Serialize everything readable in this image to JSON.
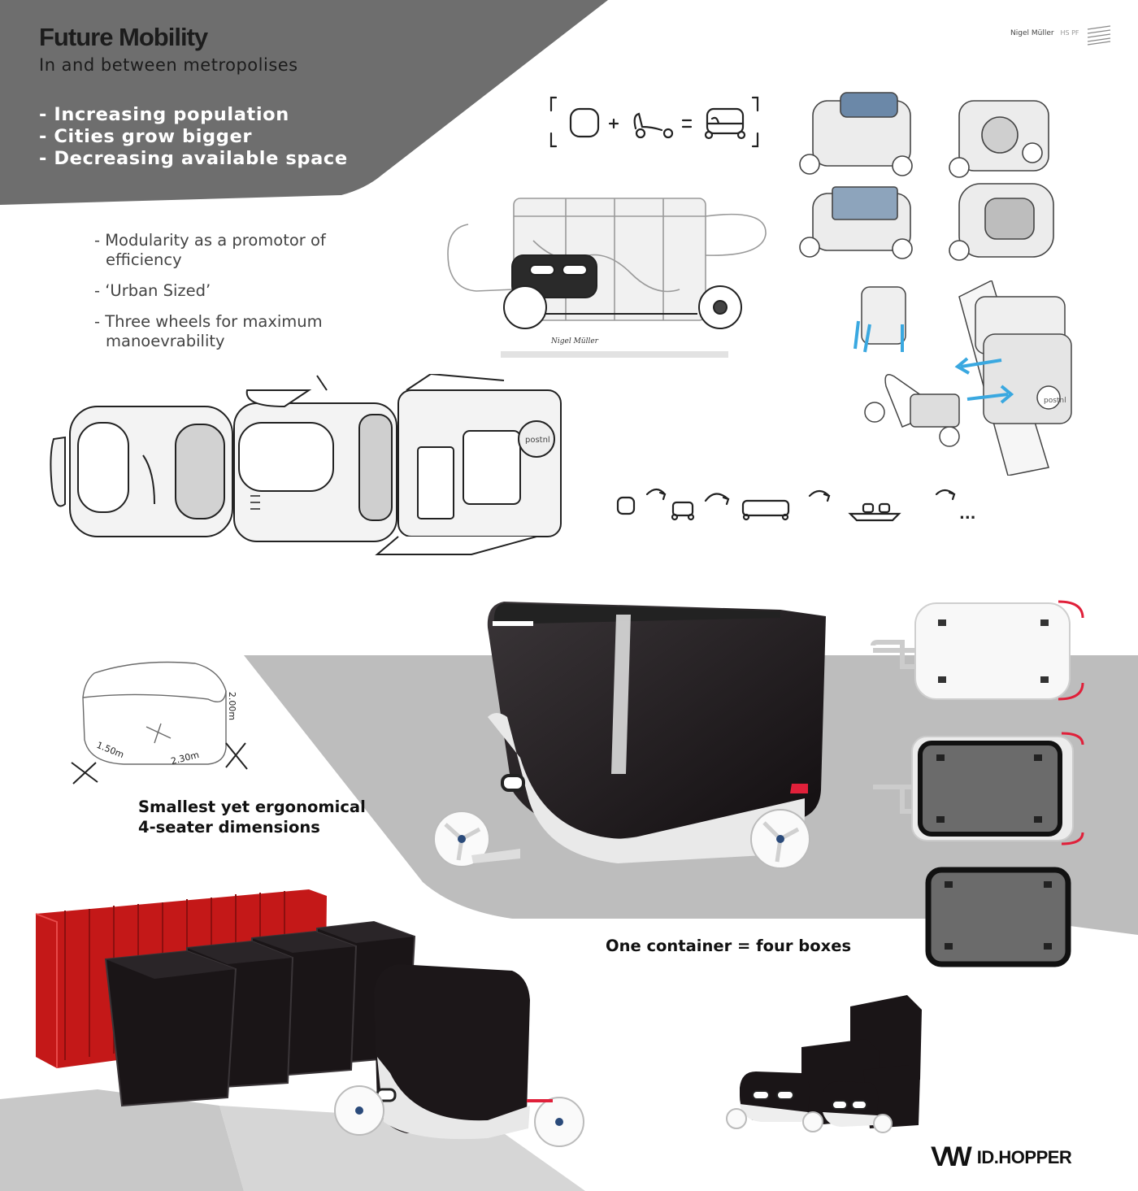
{
  "header": {
    "title": "Future Mobility",
    "subtitle": "In and between metropolises",
    "bullets": [
      "- Increasing population",
      "- Cities grow bigger",
      "- Decreasing available space"
    ]
  },
  "author": {
    "name": "Nigel Müller",
    "school": "HS PF"
  },
  "key_points": [
    "- Modularity as a promotor of efficiency",
    "- ‘Urban Sized’",
    "- Three wheels for maximum manoevrability"
  ],
  "dimensions": {
    "width": "1.50m",
    "length": "2.30m",
    "height": "2.00m"
  },
  "captions": {
    "ergonomics_line1": "Smallest yet ergonomical",
    "ergonomics_line2": "4-seater dimensions",
    "container": "One container = four boxes"
  },
  "brand": {
    "logo": "VW",
    "model": "ID.HOPPER"
  },
  "colors": {
    "header_band": "#6d6d6d",
    "shadow": "#b8b8b8",
    "container_red": "#c41818",
    "box_black": "#1a1517",
    "accent_red": "#e0203a",
    "arrow_blue": "#3aa8e0"
  }
}
